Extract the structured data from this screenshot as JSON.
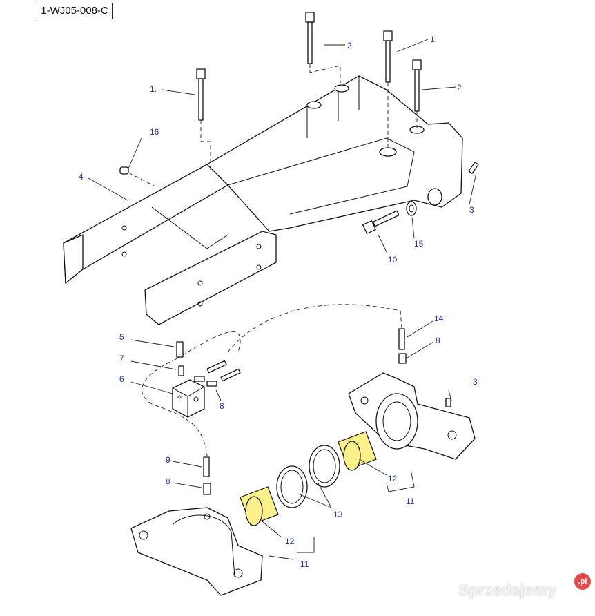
{
  "reference_code": "1-WJ05-008-C",
  "callouts": [
    "1.",
    "2",
    "1.",
    "2",
    "16",
    "4",
    "3",
    "15",
    "10",
    "14",
    "8",
    "5",
    "7",
    "6",
    "8",
    "3",
    "12",
    "11",
    "9",
    "8",
    "13",
    "12",
    "11"
  ],
  "watermark": {
    "text": "Sprzedajemy",
    "suffix": ".pl",
    "badge_color": "#e04a4a"
  },
  "colors": {
    "callout": "#2233bb",
    "bushing": "#fbf08a"
  }
}
